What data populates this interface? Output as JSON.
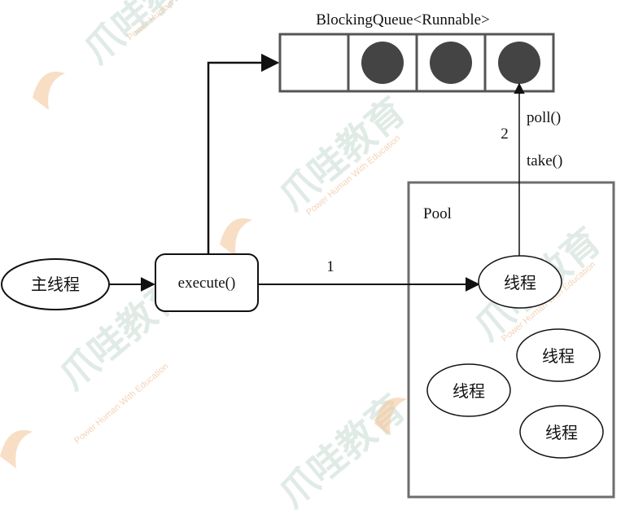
{
  "queue": {
    "title": "BlockingQueue<Runnable>",
    "slots": [
      {
        "filled": false
      },
      {
        "filled": true
      },
      {
        "filled": true
      },
      {
        "filled": true
      }
    ]
  },
  "main_thread": {
    "label": "主线程"
  },
  "execute": {
    "label": "execute()"
  },
  "pool": {
    "title": "Pool",
    "threads": [
      {
        "label": "线程"
      },
      {
        "label": "线程"
      },
      {
        "label": "线程"
      },
      {
        "label": "线程"
      }
    ]
  },
  "edges": {
    "execute_to_pool": {
      "label": "1"
    },
    "thread_to_queue": {
      "label": "2",
      "methods": [
        "poll()",
        "take()"
      ]
    }
  },
  "watermark": {
    "brand": "爪哇教育",
    "tagline": "Power Human With Education"
  },
  "colors": {
    "line": "#111111",
    "pool_border": "#6d6d6d",
    "queue_border": "#555555",
    "slot_fill": "#444444",
    "watermark_green": "#c7dbd3",
    "watermark_orange": "#f3c89e"
  }
}
